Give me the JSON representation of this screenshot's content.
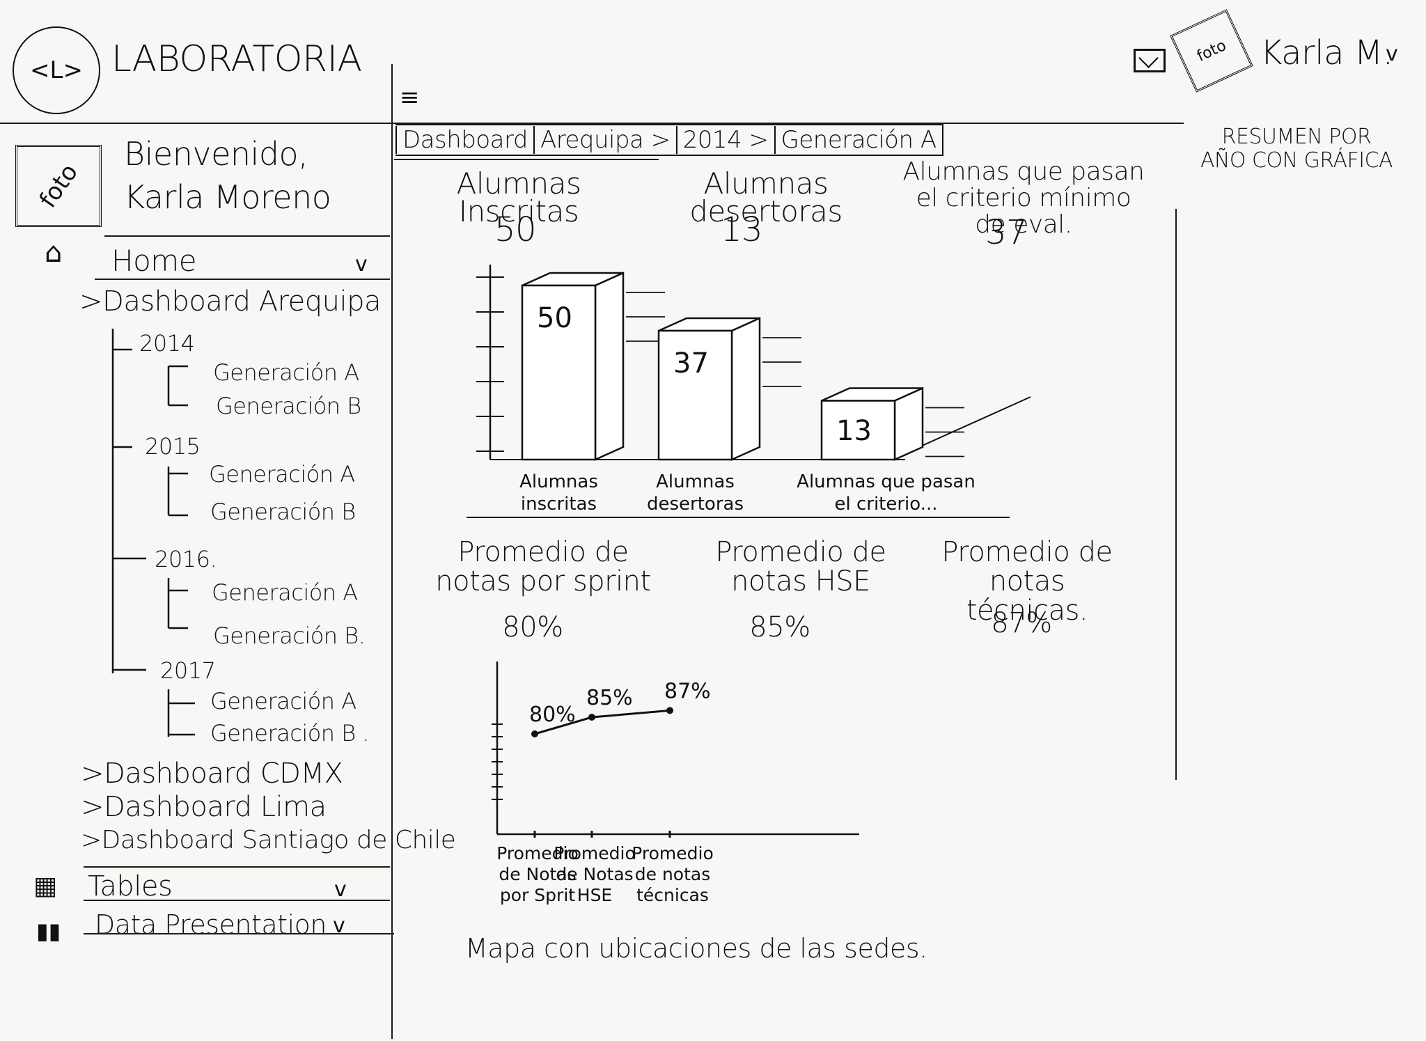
{
  "header": {
    "logo_text": "<L>",
    "brand": "LABORATORIA",
    "photo_label": "foto",
    "user_name": "Karla M.",
    "user_chevron": "v",
    "menu_icon": "hamburger-icon",
    "mail_icon": "mail-icon"
  },
  "sidebar": {
    "photo_label": "foto",
    "welcome_line1": "Bienvenido,",
    "welcome_line2": "Karla Moreno",
    "home": {
      "label": "Home",
      "icon": "home-icon",
      "chevron": "v"
    },
    "active_dashboard": "Dashboard Arequipa",
    "years": [
      {
        "year": "2014",
        "generations": [
          "Generación A",
          "Generación B"
        ]
      },
      {
        "year": "2015",
        "generations": [
          "Generación A",
          "Generación B"
        ]
      },
      {
        "year": "2016.",
        "generations": [
          "Generación A",
          "Generación B."
        ]
      },
      {
        "year": "2017",
        "generations": [
          "Generación A",
          "Generación B ."
        ]
      }
    ],
    "other_dashboards": [
      "Dashboard CDMX",
      "Dashboard Lima",
      "Dashboard Santiago de Chile"
    ],
    "tables": {
      "label": "Tables",
      "icon": "table-icon",
      "chevron": "v"
    },
    "data_presentation": {
      "label": "Data Presentation",
      "icon": "bar-chart-icon",
      "chevron": "v"
    }
  },
  "breadcrumb": [
    "Dashboard",
    "Arequipa >",
    "2014 >",
    "Generación A"
  ],
  "stats": [
    {
      "label": "Alumnas Inscritas",
      "value": "50"
    },
    {
      "label": "Alumnas desertoras",
      "value": "13"
    },
    {
      "label": "Alumnas que pasan el criterio mínimo de eval.",
      "value": "37"
    }
  ],
  "averages": [
    {
      "label": "Promedio de notas por sprint",
      "value": "80%"
    },
    {
      "label": "Promedio de notas HSE",
      "value": "85%"
    },
    {
      "label": "Promedio de notas técnicas.",
      "value": "87%"
    }
  ],
  "map_label": "Mapa con ubicaciones de las sedes.",
  "right_panel_title": "RESUMEN POR AÑO CON GRÁFICA",
  "chart_data": [
    {
      "type": "bar",
      "categories": [
        "Alumnas inscritas",
        "Alumnas desertoras",
        "Alumnas que pasan el criterio..."
      ],
      "values": [
        50,
        37,
        13
      ],
      "value_labels": [
        "50",
        "37",
        "13"
      ],
      "title": "",
      "xlabel": "",
      "ylabel": "",
      "ylim": [
        0,
        60
      ]
    },
    {
      "type": "line",
      "categories": [
        "Promedio de Notas por Sprit",
        "Promedio de Notas HSE",
        "Promedio de notas técnicas"
      ],
      "values": [
        80,
        85,
        87
      ],
      "value_labels": [
        "80%",
        "85%",
        "87%"
      ],
      "title": "",
      "xlabel": "",
      "ylabel": "",
      "ylim": [
        50,
        100
      ]
    }
  ]
}
